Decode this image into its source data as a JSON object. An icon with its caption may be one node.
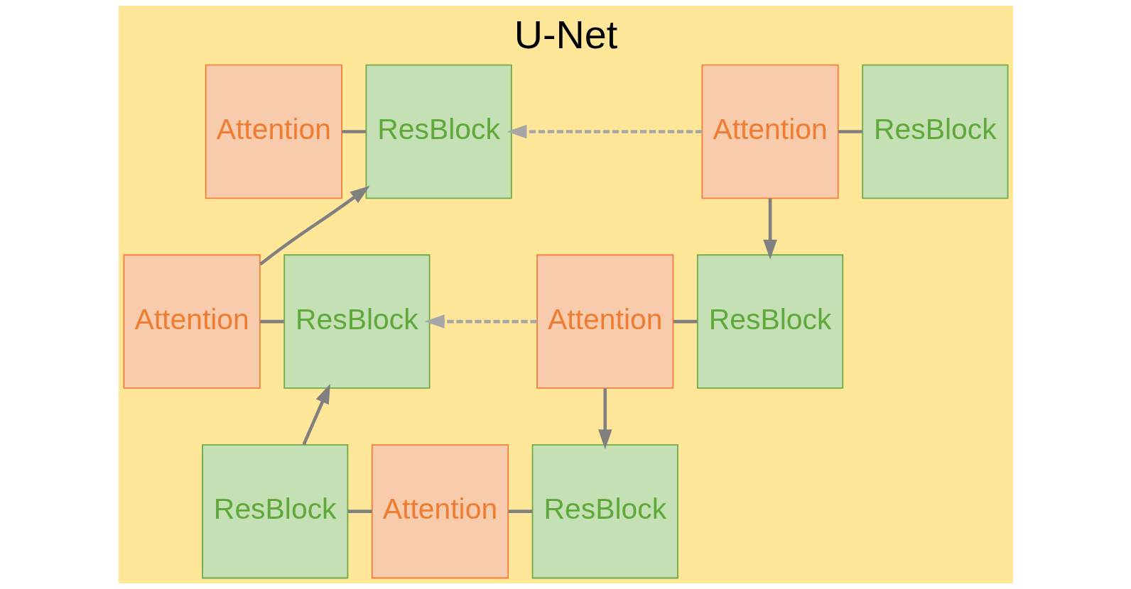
{
  "diagram": {
    "title": "U-Net",
    "nodes": [
      {
        "text": [
          "Attention"
        ]
      },
      {
        "text": [
          "ResBlock"
        ]
      },
      {
        "text": [
          "Attention"
        ]
      },
      {
        "text": [
          "ResBlock"
        ]
      },
      {
        "text": [
          "Attention"
        ]
      },
      {
        "text": [
          "ResBlock"
        ]
      },
      {
        "text": [
          "Attention"
        ]
      },
      {
        "text": [
          "ResBlock"
        ]
      },
      {
        "text": [
          "ResBlock"
        ]
      },
      {
        "text": [
          "Attention"
        ]
      },
      {
        "text": [
          "ResBlock"
        ]
      }
    ],
    "edges": [
      {
        "from": 0,
        "to": 1,
        "arrow": "none"
      },
      {
        "from": 2,
        "to": 1,
        "arrow": "to",
        "style": "dashed",
        "color": "#a6a6a6"
      },
      {
        "from": 2,
        "to": 3,
        "arrow": "none"
      },
      {
        "from": 4,
        "to": 1,
        "arrow": "to"
      },
      {
        "from": 4,
        "to": 5,
        "arrow": "none"
      },
      {
        "from": 6,
        "to": 5,
        "arrow": "to",
        "style": "dashed",
        "color": "#a6a6a6"
      },
      {
        "from": 2,
        "to": 7,
        "arrow": "to"
      },
      {
        "from": 6,
        "to": 7,
        "arrow": "none"
      },
      {
        "from": 8,
        "to": 5,
        "arrow": "to"
      },
      {
        "from": 8,
        "to": 9,
        "arrow": "none"
      },
      {
        "from": 9,
        "to": 10,
        "arrow": "none"
      },
      {
        "from": 6,
        "to": 10,
        "arrow": "to"
      }
    ]
  }
}
